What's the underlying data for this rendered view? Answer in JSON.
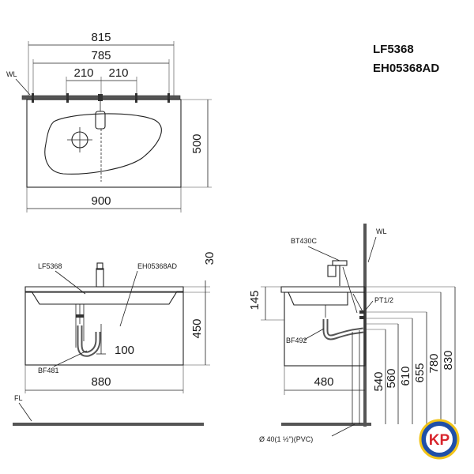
{
  "models": {
    "basin": "LF5368",
    "cabinet": "EH05368AD"
  },
  "top_view": {
    "width_815": "815",
    "width_785": "785",
    "spacing_left": "210",
    "spacing_right": "210",
    "depth": "500",
    "overall_width": "900",
    "wall_label": "WL"
  },
  "front_view": {
    "basin_label": "LF5368",
    "cabinet_label": "EH05368AD",
    "top_offset": "30",
    "height": "450",
    "drain_offset": "100",
    "width": "880",
    "trap_label": "BF481",
    "floor_label": "FL"
  },
  "side_view": {
    "faucet_label": "BT430C",
    "wall_label": "WL",
    "supply_label": "PT1/2",
    "trap_label": "BF492",
    "basin_height": "145",
    "depth": "480",
    "heights": [
      "540",
      "560",
      "610",
      "655",
      "780",
      "830"
    ],
    "pipe_label": "Ø 40(1 ½\")(PVC)"
  },
  "logo": {
    "text": "KP"
  }
}
